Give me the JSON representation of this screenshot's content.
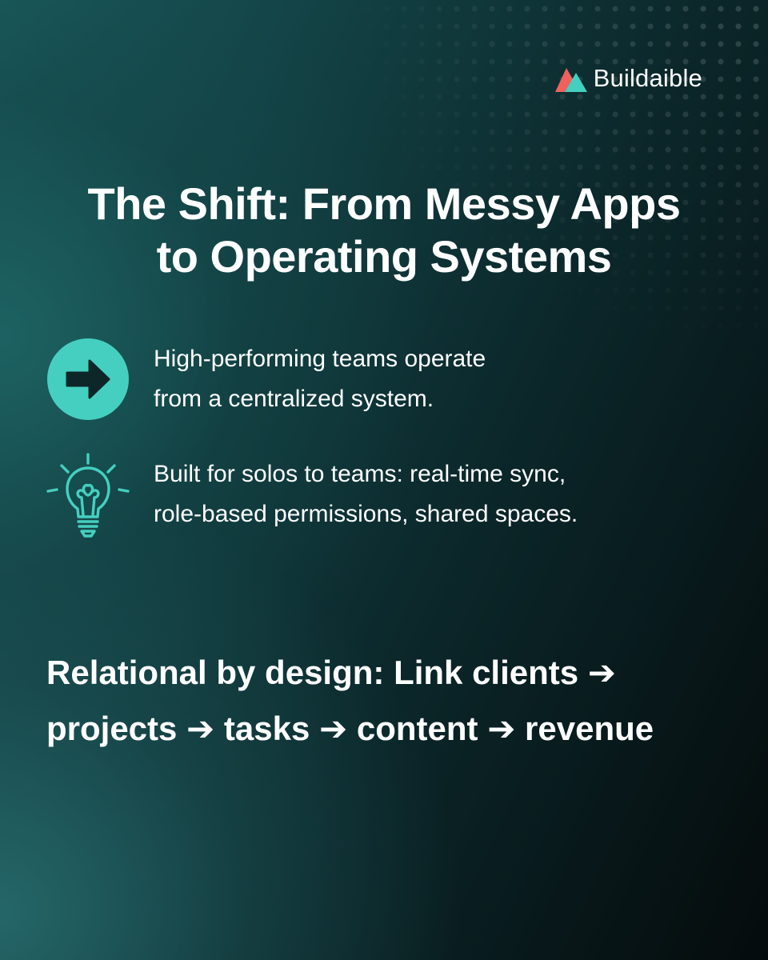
{
  "brand": {
    "name": "Buildaible",
    "logo_colors": {
      "coral": "#f0605c",
      "teal": "#45cfc0"
    }
  },
  "title": {
    "line1": "The Shift: From Messy Apps",
    "line2": "to Operating Systems"
  },
  "features": [
    {
      "icon": "arrow-right-circle-icon",
      "line1": "High-performing teams operate",
      "line2": "from a centralized system."
    },
    {
      "icon": "lightbulb-icon",
      "line1": "Built for solos to teams: real-time sync,",
      "line2": "role-based permissions, shared spaces."
    }
  ],
  "closing": {
    "line1": "Relational by design: Link clients ➔",
    "line2": "projects ➔ tasks ➔ content ➔ revenue"
  },
  "colors": {
    "accent": "#45cfc0",
    "text": "#ffffff"
  }
}
